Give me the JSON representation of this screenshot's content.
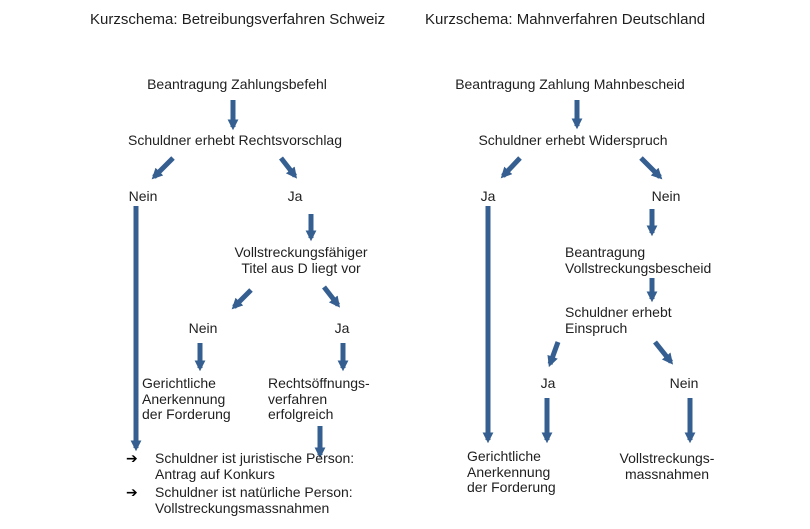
{
  "colors": {
    "background": "#ffffff",
    "arrow_blue": "#365F91",
    "text": "#1f1f1f",
    "bullet_black": "#000000"
  },
  "left_chart": {
    "title": "Kurzschema: Betreibungsverfahren Schweiz",
    "node_start": "Beantragung Zahlungsbefehl",
    "node_decision1": "Schuldner erhebt Rechtsvorschlag",
    "label_nein1": "Nein",
    "label_ja1": "Ja",
    "node_decision2": "Vollstreckungsfähiger\nTitel aus D liegt vor",
    "label_nein2": "Nein",
    "label_ja2": "Ja",
    "node_gerichtliche": "Gerichtliche\nAnerkennung\nder Forderung",
    "node_rechtsoeffnung": "Rechtsöffnungs-\nverfahren\nerfolgreich",
    "bullet_glyph": "➔",
    "bullets": [
      "Schuldner ist juristische Person:\nAntrag auf Konkurs",
      "Schuldner ist natürliche Person:\nVollstreckungsmassnahmen"
    ]
  },
  "right_chart": {
    "title": "Kurzschema: Mahnverfahren Deutschland",
    "node_start": "Beantragung Zahlung Mahnbescheid",
    "node_decision1": "Schuldner erhebt Widerspruch",
    "label_ja1": "Ja",
    "label_nein1": "Nein",
    "node_beantragung": "Beantragung\nVollstreckungsbescheid",
    "node_decision2": "Schuldner erhebt\nEinspruch",
    "label_ja2": "Ja",
    "label_nein2": "Nein",
    "node_gerichtliche": "Gerichtliche\nAnerkennung\nder Forderung",
    "node_vollstreckung": "Vollstreckungs-\nmassnahmen"
  }
}
